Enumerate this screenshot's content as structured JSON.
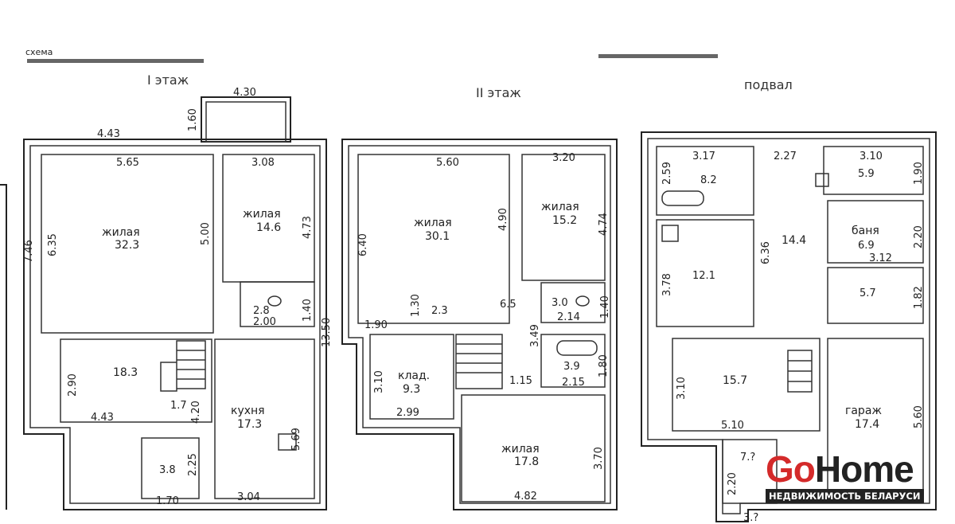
{
  "titles": {
    "floor1": "I этаж",
    "floor2": "II этаж",
    "basement": "подвал",
    "scheme": "схема"
  },
  "floor1": {
    "rooms": [
      "жилая",
      "32.3",
      "жилая",
      "14.6",
      "2.8",
      "18.3",
      "1.7",
      "кухня",
      "17.3",
      "3.8"
    ],
    "dims": [
      "4.30",
      "1.60",
      "4.43",
      "5.65",
      "3.08",
      "7.46",
      "6.35",
      "5.00",
      "4.73",
      "2.00",
      "1.40",
      "13.50",
      "2.90",
      "4.43",
      "4.20",
      "5.69",
      "2.25",
      "1.70",
      "3.04"
    ]
  },
  "floor2": {
    "rooms": [
      "жилая",
      "30.1",
      "жилая",
      "15.2",
      "2.3",
      "6.5",
      "3.0",
      "клад.",
      "9.3",
      "3.9",
      "жилая",
      "17.8"
    ],
    "dims": [
      "5.60",
      "3.20",
      "6.40",
      "4.90",
      "4.74",
      "1.30",
      "1.40",
      "2.14",
      "1.90",
      "3.49",
      "1.80",
      "3.10",
      "1.15",
      "2.15",
      "2.99",
      "3.70",
      "4.82"
    ]
  },
  "basement": {
    "rooms": [
      "8.2",
      "5.9",
      "14.4",
      "баня",
      "6.9",
      "12.1",
      "5.7",
      "15.7",
      "гараж",
      "17.4",
      "7.?"
    ],
    "dims": [
      "3.17",
      "2.27",
      "3.10",
      "2.59",
      "1.90",
      "6.36",
      "2.20",
      "3.12",
      "3.78",
      "1.82",
      "3.10",
      "5.10",
      "5.60",
      "2.20",
      "3.?"
    ]
  },
  "logo": {
    "go": "Go",
    "home": "Home",
    "subtitle": "НЕДВИЖИМОСТЬ БЕЛАРУСИ"
  }
}
